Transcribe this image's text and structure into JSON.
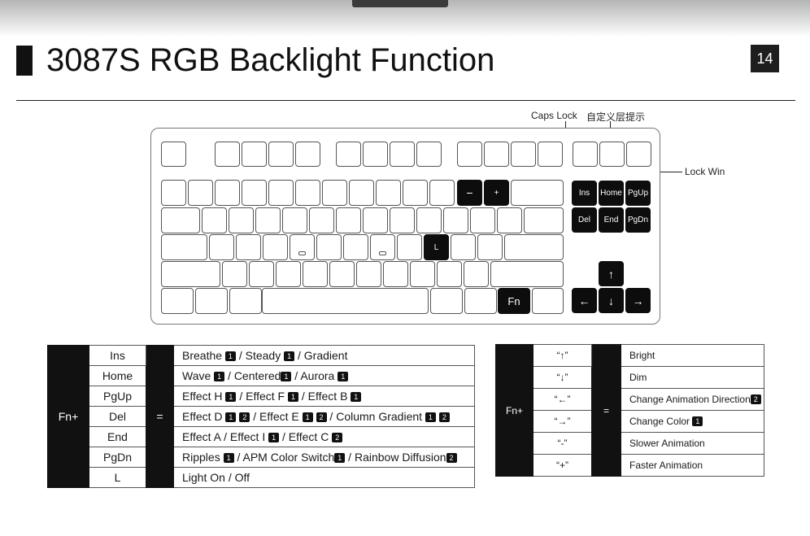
{
  "title": "3087S RGB Backlight Function",
  "page_number": "14",
  "callouts": {
    "caps_lock": "Caps Lock",
    "custom_layer": "自定义层提示",
    "lock_win": "Lock Win"
  },
  "keyboard": {
    "highlighted_keys": [
      "Ins",
      "Home",
      "PgUp",
      "Del",
      "End",
      "PgDn",
      "L",
      "Fn",
      "−",
      "+",
      "↑",
      "←",
      "↓",
      "→"
    ]
  },
  "table_left": {
    "fn_label": "Fn+",
    "equals": "=",
    "rows": [
      {
        "key": "Ins",
        "desc": [
          [
            "Breathe ",
            "1"
          ],
          [
            " / Steady ",
            "1"
          ],
          [
            " / Gradient",
            ""
          ]
        ]
      },
      {
        "key": "Home",
        "desc": [
          [
            "Wave ",
            "1"
          ],
          [
            " / Centered",
            "1"
          ],
          [
            " / Aurora ",
            "1"
          ]
        ]
      },
      {
        "key": "PgUp",
        "desc": [
          [
            "Effect H ",
            "1"
          ],
          [
            " / Effect F ",
            "1"
          ],
          [
            " / Effect B ",
            "1"
          ]
        ]
      },
      {
        "key": "Del",
        "desc": [
          [
            "Effect D ",
            "1 2"
          ],
          [
            " / Effect E ",
            "1 2"
          ],
          [
            " / Column Gradient ",
            "1 2"
          ]
        ]
      },
      {
        "key": "End",
        "desc": [
          [
            "Effect A / Effect I ",
            "1"
          ],
          [
            " / Effect C ",
            "2"
          ]
        ]
      },
      {
        "key": "PgDn",
        "desc": [
          [
            "Ripples ",
            "1"
          ],
          [
            " / APM Color Switch",
            "1"
          ],
          [
            " / Rainbow Diffusion",
            "2"
          ]
        ]
      },
      {
        "key": "L",
        "desc": [
          [
            "Light On / Off",
            ""
          ]
        ]
      }
    ]
  },
  "table_right": {
    "fn_label": "Fn+",
    "equals": "=",
    "rows": [
      {
        "key": "“↑”",
        "desc": [
          [
            "Bright",
            ""
          ]
        ]
      },
      {
        "key": "“↓”",
        "desc": [
          [
            "Dim",
            ""
          ]
        ]
      },
      {
        "key": "“←”",
        "desc": [
          [
            "Change Animation Direction",
            "2"
          ]
        ]
      },
      {
        "key": "“→”",
        "desc": [
          [
            "Change Color ",
            "1"
          ]
        ]
      },
      {
        "key": "“-”",
        "desc": [
          [
            "Slower Animation",
            ""
          ]
        ]
      },
      {
        "key": "“+”",
        "desc": [
          [
            "Faster Animation",
            ""
          ]
        ]
      }
    ]
  }
}
